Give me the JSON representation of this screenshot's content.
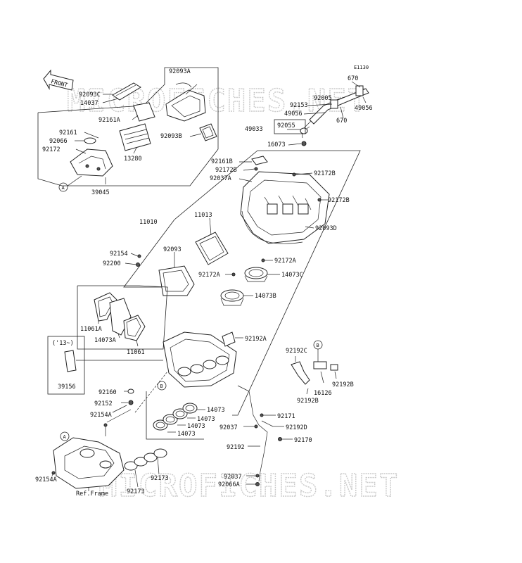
{
  "diagram_code": "E1130",
  "watermarks": [
    "MICROFICHES.NET",
    "MICROFICHES.NET"
  ],
  "front_arrow": "FRONT",
  "ref_frame": "Ref.Frame",
  "year_note": "('13~)",
  "callouts": {
    "A": "A",
    "B": "B"
  },
  "labels": {
    "p670a": "670",
    "p670b": "670",
    "p92005": "92005",
    "p92153": "92153",
    "p49056a": "49056",
    "p49056b": "49056",
    "p49033": "49033",
    "p92055": "92055",
    "p16073": "16073",
    "p92093A": "92093A",
    "p92093C": "92093C",
    "p14037": "14037",
    "p92161A": "92161A",
    "p92093B": "92093B",
    "p92161": "92161",
    "p92066": "92066",
    "p92172": "92172",
    "p13280": "13280",
    "p39045": "39045",
    "p92161B": "92161B",
    "p92172B_1": "92172B",
    "p92037A": "92037A",
    "p92172B_2": "92172B",
    "p92172B_3": "92172B",
    "p92093D": "92093D",
    "p11010": "11010",
    "p11013": "11013",
    "p92154": "92154",
    "p92200": "92200",
    "p92093": "92093",
    "p92172A_1": "92172A",
    "p92172A_2": "92172A",
    "p14073C": "14073C",
    "p14073B": "14073B",
    "p11061A": "11061A",
    "p14073A": "14073A",
    "p11061": "11061",
    "p92192A": "92192A",
    "p92192C": "92192C",
    "p16126": "16126",
    "p92192B_1": "92192B",
    "p92192B_2": "92192B",
    "p39156": "39156",
    "p92160": "92160",
    "p92152": "92152",
    "p92154A_1": "92154A",
    "p92154A_2": "92154A",
    "p14073_1": "14073",
    "p14073_2": "14073",
    "p14073_3": "14073",
    "p14073_4": "14073",
    "p92171": "92171",
    "p92037_1": "92037",
    "p92192D": "92192D",
    "p92170": "92170",
    "p92192": "92192",
    "p92037_2": "92037",
    "p92066A": "92066A",
    "p92173_1": "92173",
    "p92173_2": "92173"
  }
}
